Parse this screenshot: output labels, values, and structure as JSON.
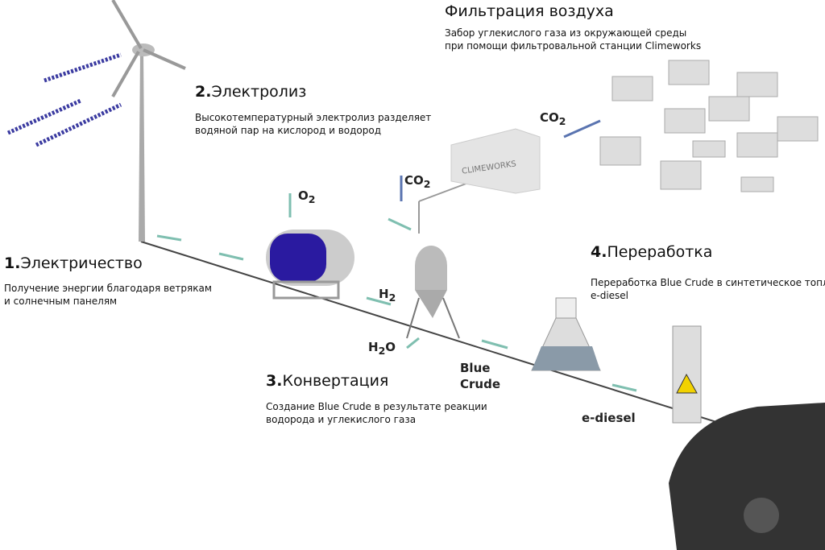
{
  "sections": [
    {
      "number": "1.",
      "title": "Электричество",
      "desc": [
        "Получение энергии благодаря ветрякам",
        "и солнечным панелям"
      ]
    },
    {
      "number": "2.",
      "title": "Электролиз",
      "desc": [
        "Высокотемпературный электролиз разделяет",
        "водяной пар на кислород и водород"
      ]
    },
    {
      "number": "3.",
      "title": "Конвертация",
      "desc": [
        "Создание Blue Crude в результате реакции",
        "водорода и углекислого газа"
      ]
    },
    {
      "number": "4.",
      "title": "Переработка",
      "desc": [
        "Переработка Blue Crude в синтетическое топли",
        "e-diesel"
      ]
    }
  ],
  "filtration": {
    "title": "Фильтрация воздуха",
    "desc": [
      "Забор углекислого газа из окружающей среды",
      "при помощи фильтровальной станции Climeworks"
    ]
  },
  "labels": {
    "co2": "CO",
    "sub2": "2",
    "o2": "O",
    "h2": "H",
    "h2o_a": "H",
    "h2o_b": "O",
    "blue_crude": [
      "Blue",
      "Crude"
    ],
    "e_diesel": "e-diesel",
    "climeworks": "CLIMEWORKS"
  },
  "colors": {
    "tank": "#2a1aa0",
    "arrow": "#7fbfb0",
    "co2_arrow": "#5a74b0",
    "pipe": "#444"
  }
}
